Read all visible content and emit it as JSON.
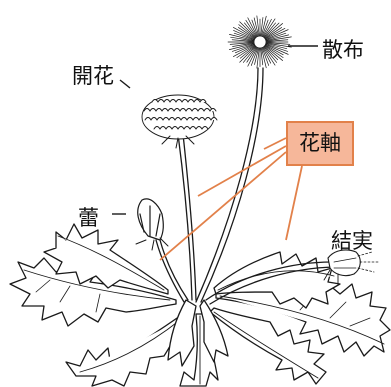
{
  "labels": {
    "open_flower": "開花",
    "dispersal": "散布",
    "bud": "蕾",
    "fruiting": "結実",
    "flower_stalk": "花軸"
  },
  "colors": {
    "callout_fill": "#f6b79a",
    "callout_border": "#e2814a",
    "callout_lines": "#e2814a",
    "ink": "#1a1a1a"
  }
}
